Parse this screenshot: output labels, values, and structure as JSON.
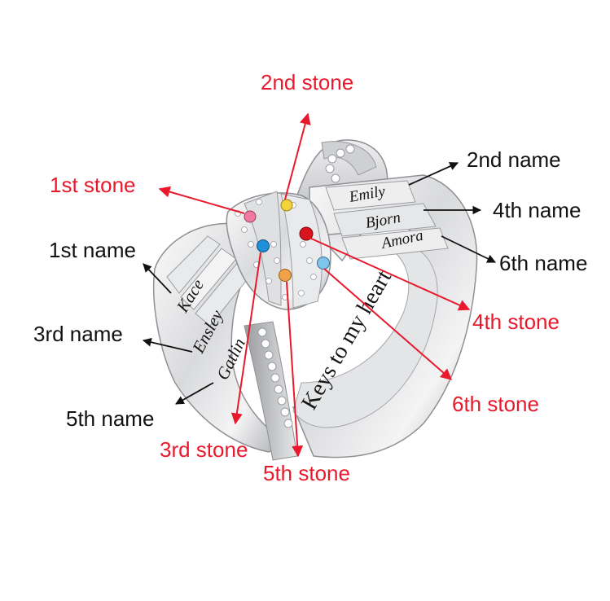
{
  "stone_labels": {
    "s1": "1st stone",
    "s2": "2nd stone",
    "s3": "3rd stone",
    "s4": "4th stone",
    "s5": "5th stone",
    "s6": "6th stone"
  },
  "name_labels": {
    "n1": "1st name",
    "n2": "2nd name",
    "n3": "3rd name",
    "n4": "4th name",
    "n5": "5th name",
    "n6": "6th name"
  },
  "engravings": {
    "kace": "Kace",
    "ensley": "Ensley",
    "gatlin": "Gatlin",
    "emily": "Emily",
    "bjorn": "Bjorn",
    "amora": "Amora",
    "inner": "Keys to my heart"
  },
  "colors": {
    "stone_label": "#e8192c",
    "name_label": "#111111",
    "gem_1": "#f07aa0",
    "gem_2": "#f2d43a",
    "gem_3": "#1e8fd8",
    "gem_4": "#d8141e",
    "gem_5": "#f0a24a",
    "gem_6": "#7fc4ec"
  }
}
